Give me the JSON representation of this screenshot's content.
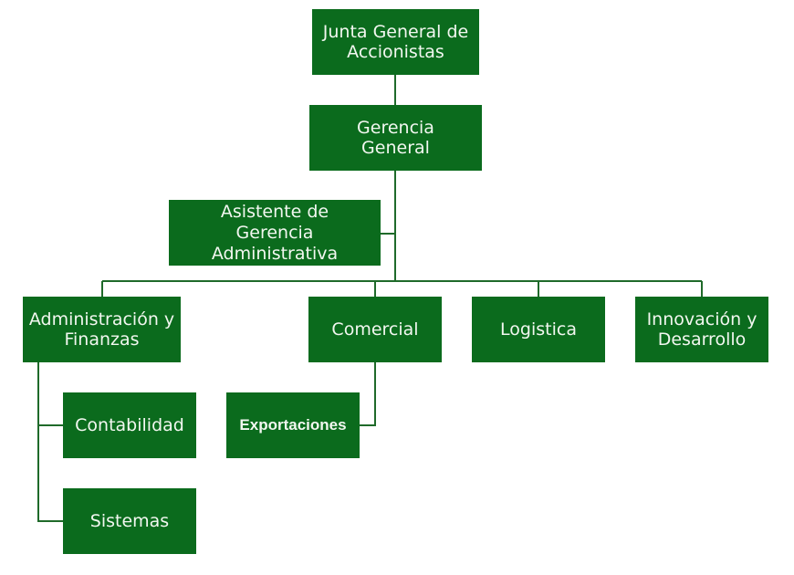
{
  "colors": {
    "box": "#0b6b1d",
    "line": "#1f6a2a",
    "text": "#f2f7f0"
  },
  "nodes": {
    "junta": "Junta General de Accionistas",
    "gerencia": "Gerencia General",
    "asistente": "Asistente de Gerencia Administrativa",
    "administracion": "Administración y Finanzas",
    "comercial": "Comercial",
    "logistica": "Logistica",
    "innovacion": "Innovación y Desarrollo",
    "contabilidad": "Contabilidad",
    "sistemas": "Sistemas",
    "exportaciones": "Exportaciones"
  }
}
